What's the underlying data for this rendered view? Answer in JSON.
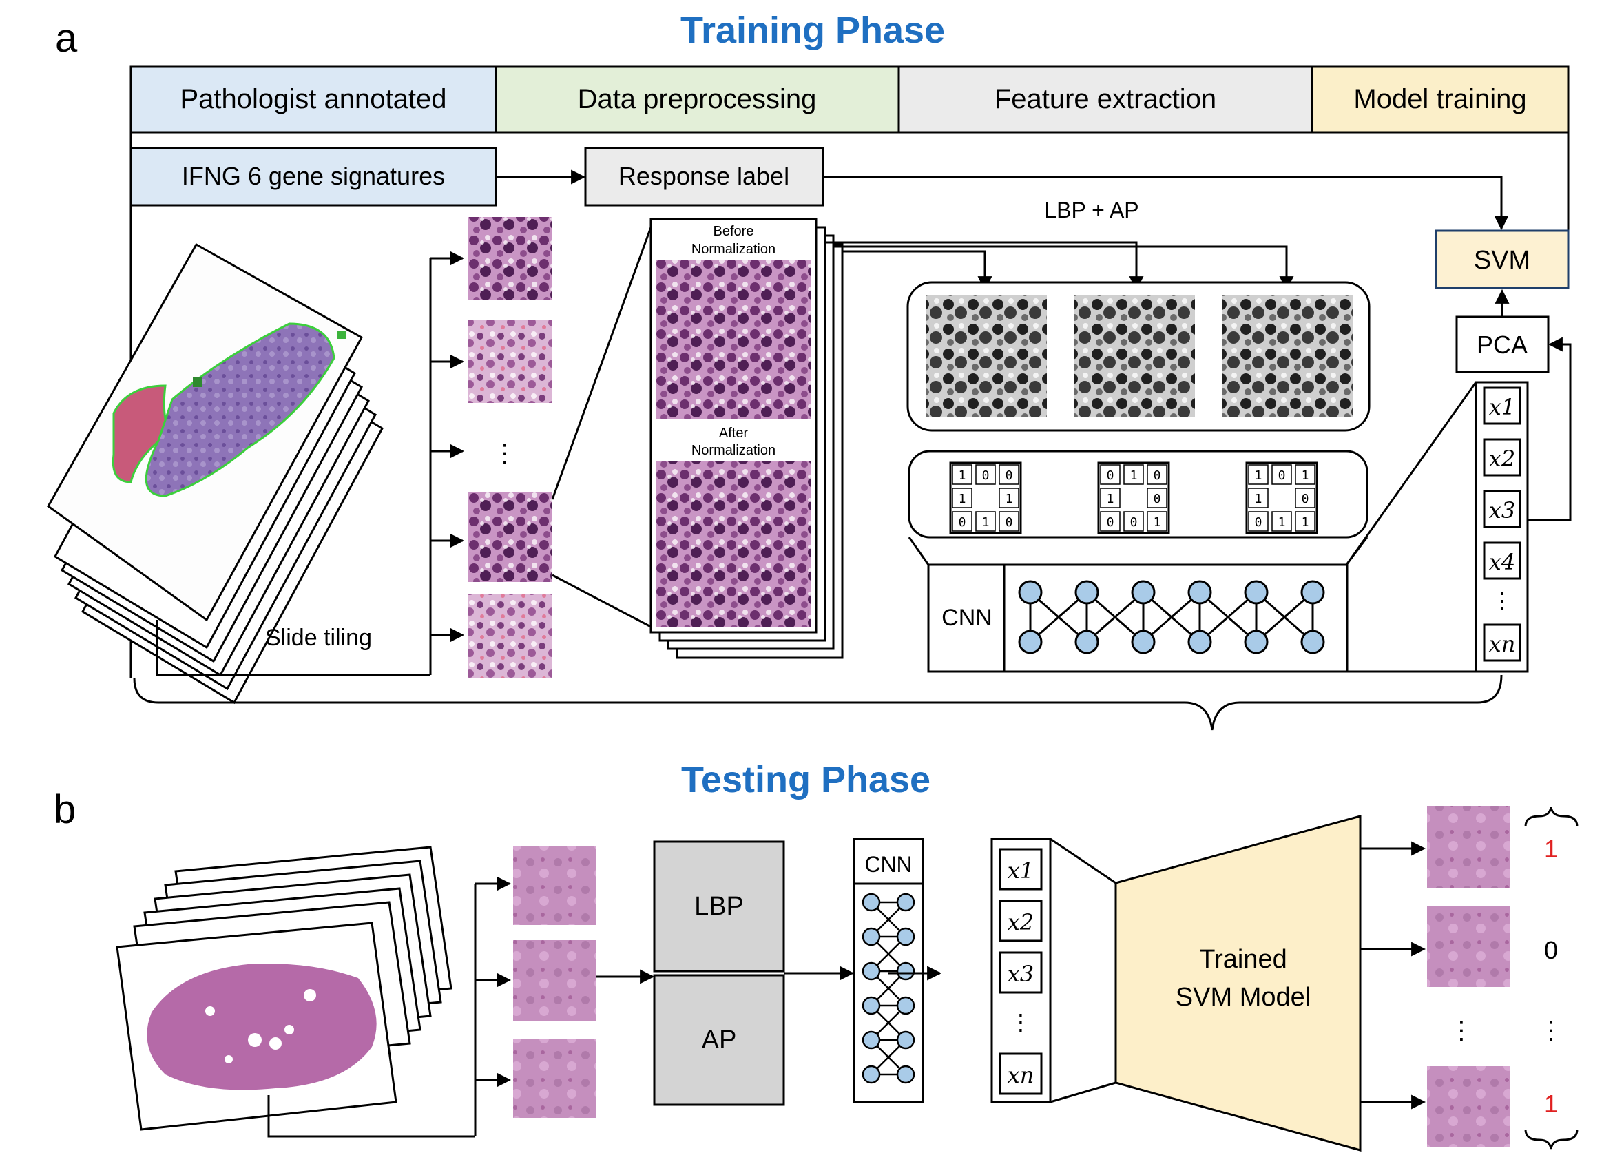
{
  "panel_a": {
    "letter": "a",
    "title": "Training Phase",
    "headers": [
      "Pathologist annotated",
      "Data preprocessing",
      "Feature extraction",
      "Model training"
    ],
    "ifng_label": "IFNG 6 gene signatures",
    "response_label": "Response label",
    "lbp_ap_label": "LBP + AP",
    "svm_label": "SVM",
    "pca_label": "PCA",
    "before_norm": [
      "Before",
      "Normalization"
    ],
    "after_norm": [
      "After",
      "Normalization"
    ],
    "slide_tiling": "Slide tiling",
    "tile_ellipsis": "⋮",
    "cnn_label": "CNN",
    "feature_vector": [
      "x1",
      "x2",
      "x3",
      "x4",
      "⋮",
      "xn"
    ],
    "lbp_grids": [
      [
        "1",
        "0",
        "0",
        "1",
        "",
        "1",
        "0",
        "1",
        "0"
      ],
      [
        "0",
        "1",
        "0",
        "1",
        "",
        "0",
        "0",
        "0",
        "1"
      ],
      [
        "1",
        "0",
        "1",
        "1",
        "",
        "0",
        "0",
        "1",
        "1"
      ]
    ]
  },
  "panel_b": {
    "letter": "b",
    "title": "Testing Phase",
    "lbp_label": "LBP",
    "ap_label": "AP",
    "cnn_label": "CNN",
    "feature_vector": [
      "x1",
      "x2",
      "x3",
      "⋮",
      "xn"
    ],
    "svm_label_lines": [
      "Trained",
      "SVM Model"
    ],
    "predictions": [
      "1",
      "0",
      "⋮",
      "1"
    ],
    "tile_ellipsis": "⋮"
  },
  "colors": {
    "title_blue": "#1f6fc1",
    "header_blue": "#dbe8f5",
    "header_green": "#e3efd8",
    "header_gray": "#ebebeb",
    "header_yellow": "#fbefc9",
    "svm_fill": "#fdf1d2",
    "trained_svm_fill": "#fdefc9",
    "node_fill": "#a9cbe8",
    "prediction_red": "#e02020",
    "tissue_purple": "#b56aa8",
    "box_gray": "#d4d4d4"
  }
}
